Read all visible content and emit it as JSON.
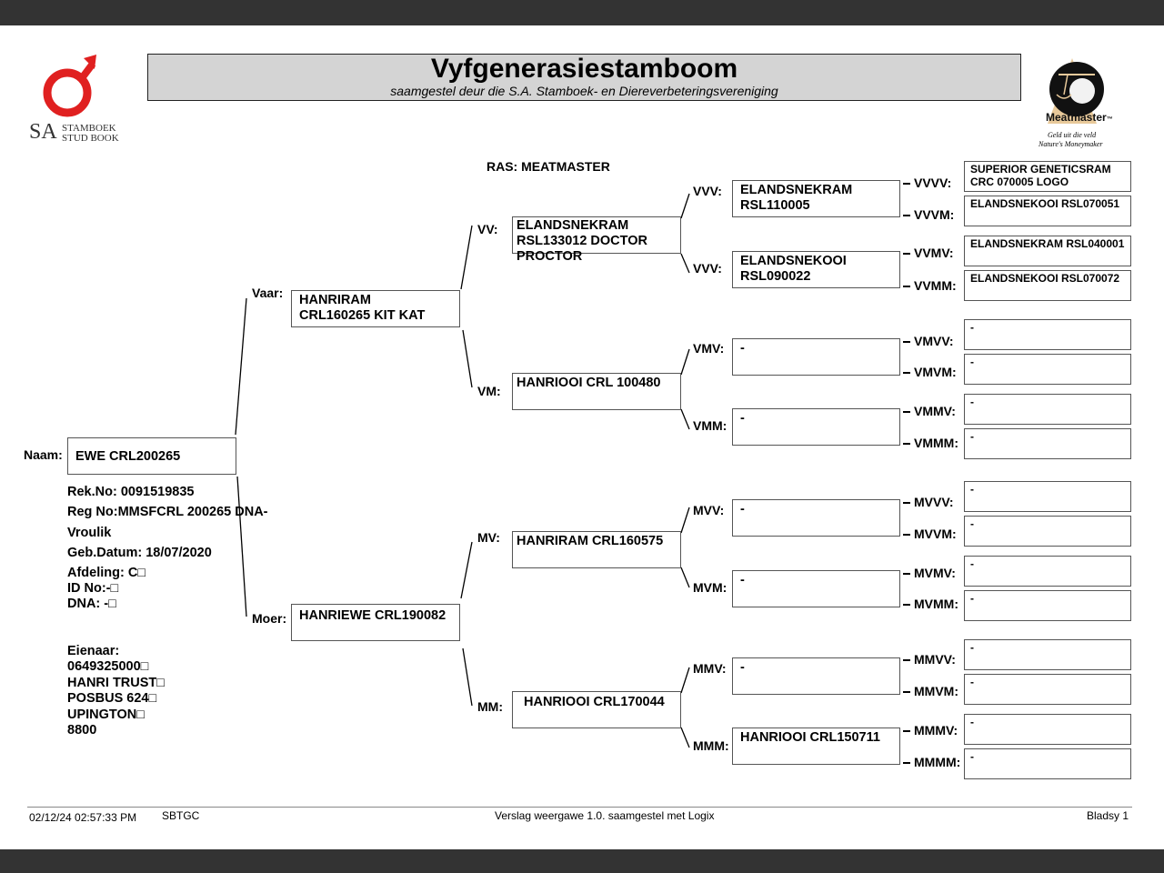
{
  "header": {
    "title": "Vyfgenerasiestamboom",
    "subtitle": "saamgestel deur die S.A. Stamboek- en Diereverbeteringsvereniging",
    "left_logo": {
      "line1": "STAMBOEK",
      "line2": "STUD BOOK",
      "prefix": "SA",
      "color": "#e02020"
    },
    "right_logo": {
      "brand": "Meatmaster",
      "tm": "™",
      "slogan1": "Geld uit die veld",
      "slogan2": "Nature's Moneymaker"
    }
  },
  "breed": "RAS: MEATMASTER",
  "animal": {
    "label": "Naam:",
    "name": "EWE CRL200265",
    "details": [
      "Rek.No: 0091519835",
      "Reg No:MMSFCRL 200265 DNA-",
      "Vroulik",
      "Geb.Datum: 18/07/2020",
      "Afdeling: C□",
      "ID No:-□",
      "DNA: -□"
    ],
    "owner": [
      "Eienaar:",
      "0649325000□",
      "HANRI TRUST□",
      "POSBUS 624□",
      "UPINGTON□",
      "8800"
    ]
  },
  "gen1": {
    "sire": {
      "label": "Vaar:",
      "name": "HANRIRAM\nCRL160265 KIT KAT"
    },
    "dam": {
      "label": "Moer:",
      "name": "HANRIEWE CRL190082"
    }
  },
  "gen2": [
    {
      "label": "VV:",
      "name": "ELANDSNEKRAM\nRSL133012 DOCTOR\nPROCTOR"
    },
    {
      "label": "VM:",
      "name": "HANRIOOI CRL 100480"
    },
    {
      "label": "MV:",
      "name": "HANRIRAM CRL160575"
    },
    {
      "label": "MM:",
      "name": "HANRIOOI CRL170044"
    }
  ],
  "gen3": [
    {
      "label": "VVV:",
      "name": "ELANDSNEKRAM\nRSL110005"
    },
    {
      "label": "VVV:",
      "name": "ELANDSNEKOOI\nRSL090022"
    },
    {
      "label": "VMV:",
      "name": "-"
    },
    {
      "label": "VMM:",
      "name": "-"
    },
    {
      "label": "MVV:",
      "name": "-"
    },
    {
      "label": "MVM:",
      "name": "-"
    },
    {
      "label": "MMV:",
      "name": "-"
    },
    {
      "label": "MMM:",
      "name": "HANRIOOI CRL150711"
    }
  ],
  "gen4": [
    {
      "label": "VVVV:",
      "name": "SUPERIOR GENETICSRAM\nCRC 070005 LOGO"
    },
    {
      "label": "VVVM:",
      "name": "ELANDSNEKOOI RSL070051"
    },
    {
      "label": "VVMV:",
      "name": "ELANDSNEKRAM RSL040001"
    },
    {
      "label": "VVMM:",
      "name": "ELANDSNEKOOI RSL070072"
    },
    {
      "label": "VMVV:",
      "name": "-"
    },
    {
      "label": "VMVM:",
      "name": "-"
    },
    {
      "label": "VMMV:",
      "name": "-"
    },
    {
      "label": "VMMM:",
      "name": "-"
    },
    {
      "label": "MVVV:",
      "name": "-"
    },
    {
      "label": "MVVM:",
      "name": "-"
    },
    {
      "label": "MVMV:",
      "name": "-"
    },
    {
      "label": "MVMM:",
      "name": "-"
    },
    {
      "label": "MMVV:",
      "name": "-"
    },
    {
      "label": "MMVM:",
      "name": "-"
    },
    {
      "label": "MMMV:",
      "name": "-"
    },
    {
      "label": "MMMM:",
      "name": "-"
    }
  ],
  "footer": {
    "timestamp": "02/12/24 02:57:33 PM",
    "org": "SBTGC",
    "report": "Verslag weergawe 1.0. saamgestel met Logix",
    "page": "Bladsy 1"
  }
}
